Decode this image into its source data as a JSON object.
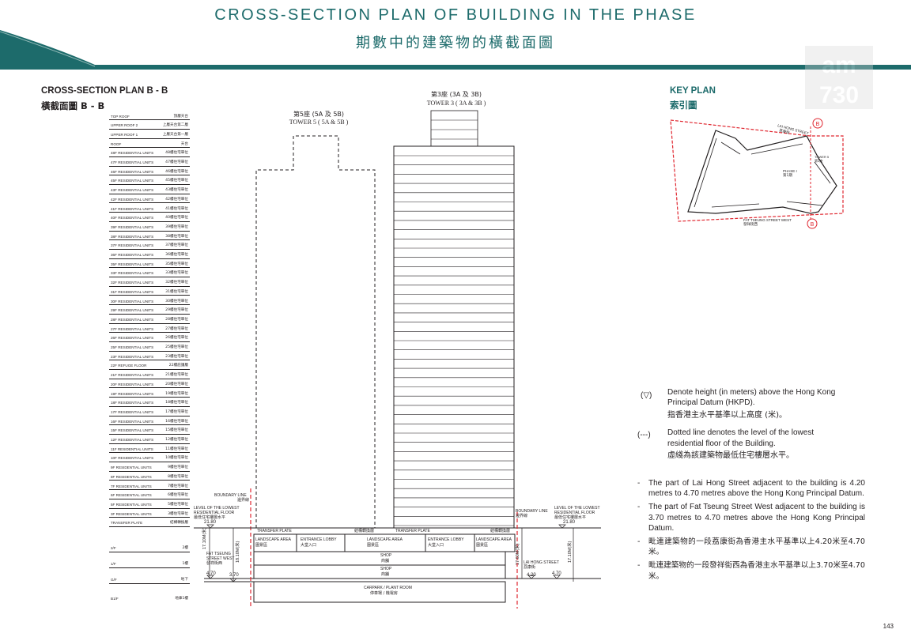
{
  "header": {
    "title_en": "CROSS-SECTION PLAN OF BUILDING IN THE PHASE",
    "title_zh": "期數中的建築物的橫截面圖",
    "accent_color": "#1d6b6b"
  },
  "section": {
    "title_en": "CROSS-SECTION PLAN B - B",
    "title_zh": "橫截面圖 B - B"
  },
  "floors": [
    {
      "en": "TOP ROOF",
      "zh": "頂層天台"
    },
    {
      "en": "UPPER ROOF 2",
      "zh": "上層天台第二層"
    },
    {
      "en": "UPPER ROOF 1",
      "zh": "上層天台第一層"
    },
    {
      "en": "ROOF",
      "zh": "天台"
    },
    {
      "en": "48F RESIDENTIAL UNITS",
      "zh": "48樓住宅單位"
    },
    {
      "en": "47F RESIDENTIAL UNITS",
      "zh": "47樓住宅單位"
    },
    {
      "en": "46F RESIDENTIAL UNITS",
      "zh": "46樓住宅單位"
    },
    {
      "en": "45F RESIDENTIAL UNITS",
      "zh": "45樓住宅單位"
    },
    {
      "en": "43F RESIDENTIAL UNITS",
      "zh": "43樓住宅單位"
    },
    {
      "en": "42F RESIDENTIAL UNITS",
      "zh": "42樓住宅單位"
    },
    {
      "en": "41F RESIDENTIAL UNITS",
      "zh": "41樓住宅單位"
    },
    {
      "en": "40F RESIDENTIAL UNITS",
      "zh": "40樓住宅單位"
    },
    {
      "en": "39F RESIDENTIAL UNITS",
      "zh": "39樓住宅單位"
    },
    {
      "en": "38F RESIDENTIAL UNITS",
      "zh": "38樓住宅單位"
    },
    {
      "en": "37F RESIDENTIAL UNITS",
      "zh": "37樓住宅單位"
    },
    {
      "en": "36F RESIDENTIAL UNITS",
      "zh": "36樓住宅單位"
    },
    {
      "en": "35F RESIDENTIAL UNITS",
      "zh": "35樓住宅單位"
    },
    {
      "en": "33F RESIDENTIAL UNITS",
      "zh": "33樓住宅單位"
    },
    {
      "en": "32F RESIDENTIAL UNITS",
      "zh": "32樓住宅單位"
    },
    {
      "en": "31F RESIDENTIAL UNITS",
      "zh": "31樓住宅單位"
    },
    {
      "en": "30F RESIDENTIAL UNITS",
      "zh": "30樓住宅單位"
    },
    {
      "en": "29F RESIDENTIAL UNITS",
      "zh": "29樓住宅單位"
    },
    {
      "en": "28F RESIDENTIAL UNITS",
      "zh": "28樓住宅單位"
    },
    {
      "en": "27F RESIDENTIAL UNITS",
      "zh": "27樓住宅單位"
    },
    {
      "en": "26F RESIDENTIAL UNITS",
      "zh": "26樓住宅單位"
    },
    {
      "en": "25F RESIDENTIAL UNITS",
      "zh": "25樓住宅單位"
    },
    {
      "en": "23F RESIDENTIAL UNITS",
      "zh": "23樓住宅單位"
    },
    {
      "en": "22F REFUGE FLOOR",
      "zh": "22樓庇護層"
    },
    {
      "en": "21F RESIDENTIAL UNITS",
      "zh": "21樓住宅單位"
    },
    {
      "en": "20F RESIDENTIAL UNITS",
      "zh": "20樓住宅單位"
    },
    {
      "en": "19F RESIDENTIAL UNITS",
      "zh": "19樓住宅單位"
    },
    {
      "en": "18F RESIDENTIAL UNITS",
      "zh": "18樓住宅單位"
    },
    {
      "en": "17F RESIDENTIAL UNITS",
      "zh": "17樓住宅單位"
    },
    {
      "en": "16F RESIDENTIAL UNITS",
      "zh": "16樓住宅單位"
    },
    {
      "en": "15F RESIDENTIAL UNITS",
      "zh": "15樓住宅單位"
    },
    {
      "en": "12F RESIDENTIAL UNITS",
      "zh": "12樓住宅單位"
    },
    {
      "en": "11F RESIDENTIAL UNITS",
      "zh": "11樓住宅單位"
    },
    {
      "en": "10F RESIDENTIAL UNITS",
      "zh": "10樓住宅單位"
    },
    {
      "en": "9F RESIDENTIAL UNITS",
      "zh": "9樓住宅單位"
    },
    {
      "en": "8F RESIDENTIAL UNITS",
      "zh": "8樓住宅單位"
    },
    {
      "en": "7F RESIDENTIAL UNITS",
      "zh": "7樓住宅單位"
    },
    {
      "en": "6F RESIDENTIAL UNITS",
      "zh": "6樓住宅單位"
    },
    {
      "en": "5F RESIDENTIAL UNITS",
      "zh": "5樓住宅單位"
    },
    {
      "en": "3F RESIDENTIAL UNITS",
      "zh": "3樓住宅單位"
    },
    {
      "en": "TRANSFER PLATE",
      "zh": "結構轉換層"
    }
  ],
  "lower_floors": [
    {
      "en": "2/F",
      "zh": "2樓"
    },
    {
      "en": "1/F",
      "zh": "1樓"
    },
    {
      "en": "G/F",
      "zh": "地下"
    },
    {
      "en": "B1/F",
      "zh": "地庫1樓"
    }
  ],
  "towers": {
    "tower5_zh": "第5座 (5A 及 5B)",
    "tower5_en": "TOWER 5 ( 5A & 5B )",
    "tower3_zh": "第3座 (3A 及 3B)",
    "tower3_en": "TOWER 3 ( 3A & 3B )"
  },
  "podium": {
    "transfer_plate": "TRANSFER PLATE",
    "transfer_plate_zh": "結構轉換層",
    "landscape_area": "LANDSCAPE AREA",
    "landscape_area_zh": "園景區",
    "entrance_lobby": "ENTRANCE LOBBY",
    "entrance_lobby_zh": "大堂入口",
    "shop": "SHOP",
    "shop_zh": "商舖",
    "carpark": "CARPARK / PLANT ROOM",
    "carpark_zh": "停車場 / 機電房"
  },
  "annotations": {
    "boundary_line": "BOUNDARY LINE",
    "boundary_line_zh": "邊界線",
    "lowest_floor_1": "LEVEL OF THE LOWEST",
    "lowest_floor_2": "RESIDENTIAL FLOOR",
    "lowest_floor_zh": "最低住宅樓層水平",
    "level_left": "21.80",
    "level_right": "21.80",
    "fat_tseung_1": "FAT TSEUNG",
    "fat_tseung_2": "STREET WEST",
    "fat_tseung_zh": "發祥街西",
    "lai_hong": "LAI HONG STREET",
    "lai_hong_zh": "荔康街",
    "left_4_70": "4.70",
    "left_3_70": "3.70",
    "right_4_20": "4.20",
    "right_4_70": "4.70",
    "dim_left_a": "17.10M(米)",
    "dim_left_b": "18.10M(米)",
    "dim_right_a": "17.60M(米)",
    "dim_right_b": "17.10M(米)"
  },
  "keyplan": {
    "title_en": "KEY PLAN",
    "title_zh": "索引圖",
    "lai_hong": "LAI HONG STREET",
    "lai_hong_zh": "荔康街",
    "fat_tseung": "FAT TSEUNG STREET WEST",
    "fat_tseung_zh": "發祥街西",
    "phase": "PHASE I",
    "phase_zh": "第1期",
    "tower": "TOWER 5",
    "tower_zh": "第5座",
    "section_marker": "B",
    "boundary_color": "#e0262f"
  },
  "legend": [
    {
      "symbol": "(▽)",
      "en1": "Denote height (in meters) above the Hong Kong",
      "en2": "Principal Datum (HKPD).",
      "zh": "指香港主水平基準以上高度 (米)。"
    },
    {
      "symbol": "(---)",
      "en1": "Dotted line denotes the level of the lowest",
      "en2": "residential floor of the Building.",
      "zh": "虛綫為該建築物最低住宅樓層水平。"
    }
  ],
  "notes": [
    "The part of Lai Hong Street adjacent to the building is 4.20 metres to 4.70 metres above the Hong Kong Principal Datum.",
    "The part of Fat Tseung Street West adjacent to the building is 3.70 metres to 4.70 metres above the Hong Kong Principal Datum."
  ],
  "notes_zh": [
    "毗連建築物的一段荔康街為香港主水平基準以上4.20米至4.70米。",
    "毗連建築物的一段發祥街西為香港主水平基準以上3.70米至4.70米。"
  ],
  "watermark": {
    "line1": "am",
    "line2": "730"
  },
  "page_number": "143"
}
